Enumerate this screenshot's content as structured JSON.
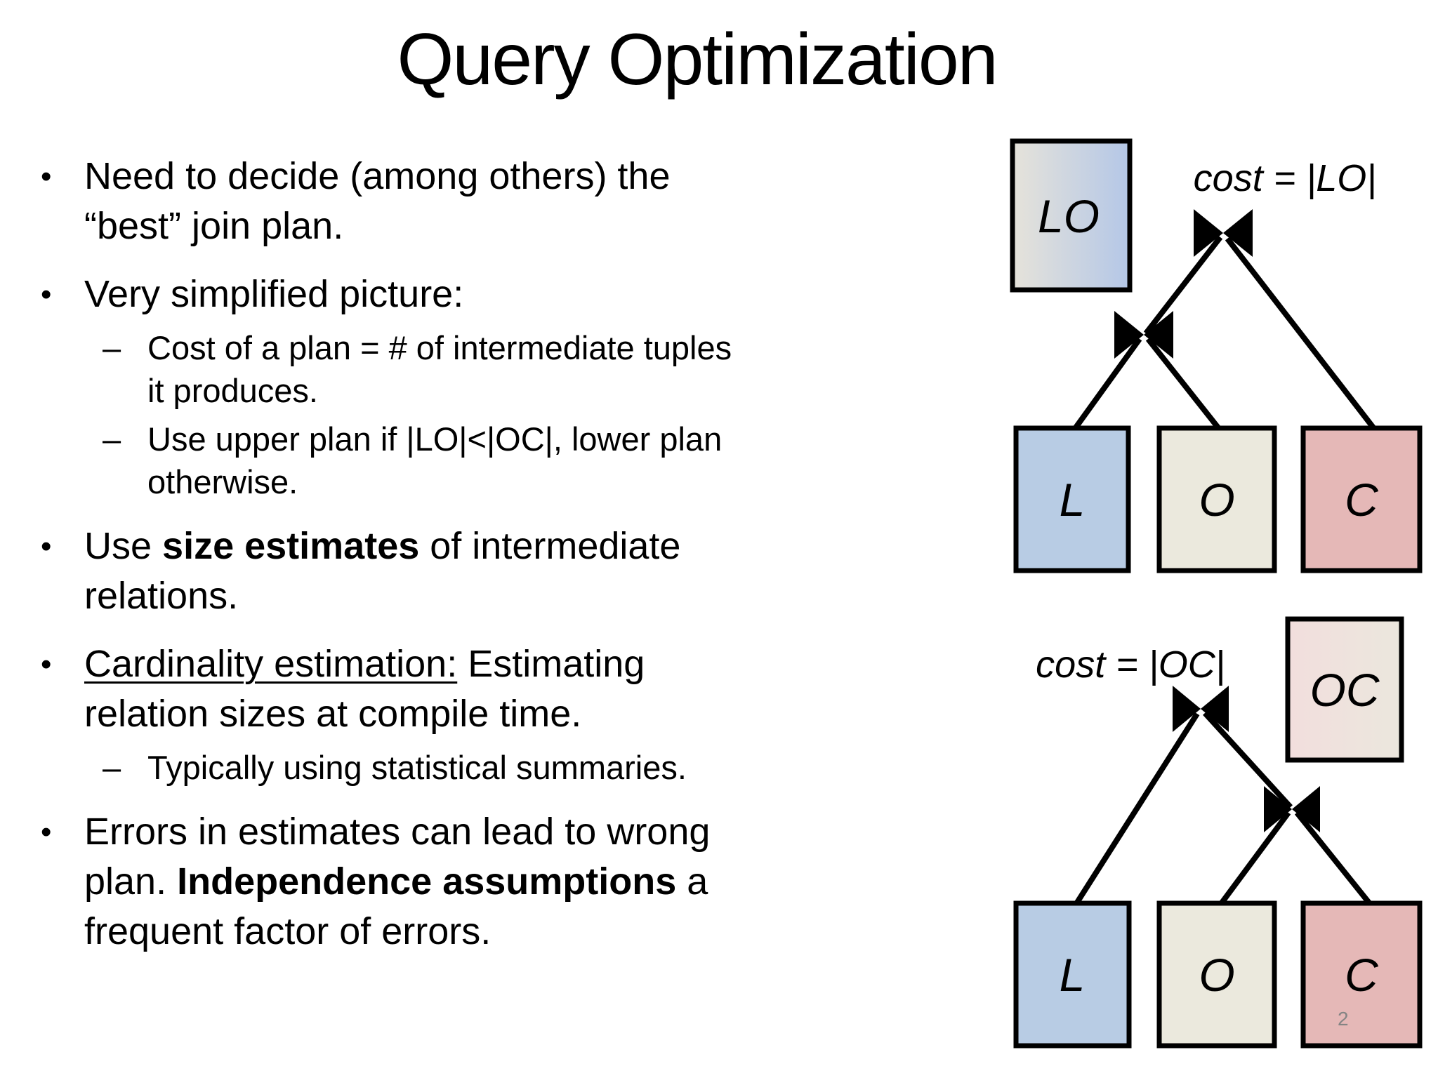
{
  "slide": {
    "title": "Query Optimization",
    "page_number": "2"
  },
  "markers": {
    "level1": "•",
    "level2": "–"
  },
  "bullets": [
    {
      "level": 1,
      "lines": [
        [
          {
            "t": "Need to decide (among others) the"
          }
        ],
        [
          {
            "t": "“best” join plan."
          }
        ]
      ]
    },
    {
      "level": 1,
      "lines": [
        [
          {
            "t": "Very simplified picture:"
          }
        ]
      ]
    },
    {
      "level": 2,
      "lines": [
        [
          {
            "t": "Cost of a plan = # of intermediate tuples"
          }
        ],
        [
          {
            "t": "it produces."
          }
        ]
      ]
    },
    {
      "level": 2,
      "lines": [
        [
          {
            "t": "Use upper plan if |LO|<|OC|, lower plan"
          }
        ],
        [
          {
            "t": "otherwise."
          }
        ]
      ]
    },
    {
      "level": 1,
      "lines": [
        [
          {
            "t": "Use "
          },
          {
            "t": "size estimates",
            "b": true
          },
          {
            "t": " of intermediate"
          }
        ],
        [
          {
            "t": "relations."
          }
        ]
      ]
    },
    {
      "level": 1,
      "lines": [
        [
          {
            "t": "Cardinality estimation:",
            "u": true
          },
          {
            "t": " Estimating"
          }
        ],
        [
          {
            "t": "relation sizes at compile time."
          }
        ]
      ]
    },
    {
      "level": 2,
      "lines": [
        [
          {
            "t": "Typically using statistical summaries."
          }
        ]
      ]
    },
    {
      "level": 1,
      "lines": [
        [
          {
            "t": "Errors in estimates can lead to wrong"
          }
        ],
        [
          {
            "t": "plan. "
          },
          {
            "t": "Independence assumptions",
            "b": true
          },
          {
            "t": " a"
          }
        ],
        [
          {
            "t": "frequent factor of errors."
          }
        ]
      ]
    }
  ],
  "diagram": {
    "upper_plan": {
      "cost_label": "cost = |LO|",
      "result_box_label": "LO",
      "leaf_labels": [
        "L",
        "O",
        "C"
      ]
    },
    "lower_plan": {
      "cost_label": "cost = |OC|",
      "result_box_label": "OC",
      "leaf_labels": [
        "L",
        "O",
        "C"
      ]
    },
    "join_symbol_name": "natural-join-bowtie",
    "colors": {
      "l_box": "#b8cce4",
      "o_box": "#ebe9dd",
      "c_box": "#e5b8b7",
      "lo_gradient_left": "#e6e3da",
      "lo_gradient_right": "#b4c7e7",
      "oc_gradient_left": "#f2dedd",
      "oc_gradient_right": "#ebe7dd",
      "line": "#000000"
    }
  }
}
